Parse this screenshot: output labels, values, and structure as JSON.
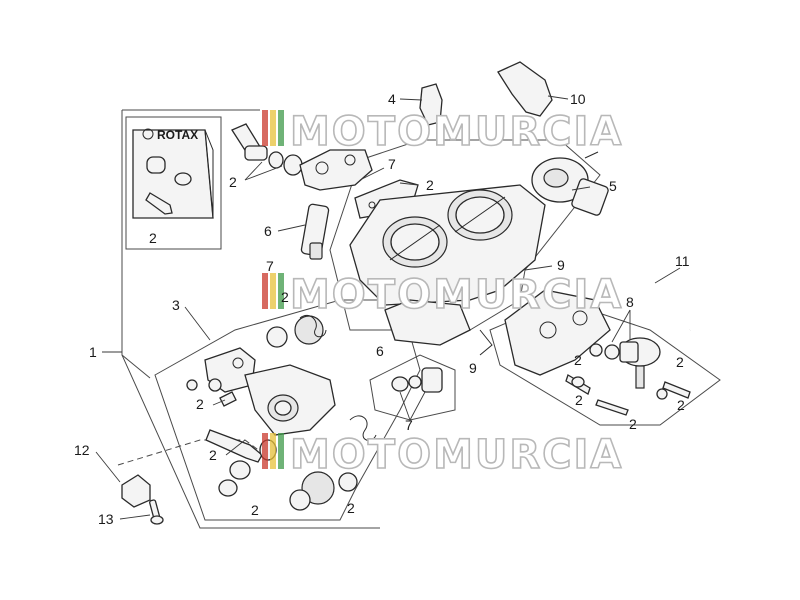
{
  "watermark": {
    "text": "MOTOMURCIA",
    "stripe_colors": [
      "#c9382c",
      "#e7c23b",
      "#3f9a4a"
    ]
  },
  "kit": {
    "brand": "ROTAX",
    "label": "2"
  },
  "callouts": [
    "1",
    "2",
    "2",
    "2",
    "2",
    "2",
    "2",
    "2",
    "2",
    "2",
    "2",
    "2",
    "2",
    "3",
    "4",
    "5",
    "6",
    "6",
    "7",
    "7",
    "7",
    "8",
    "9",
    "9",
    "10",
    "11",
    "12",
    "13"
  ]
}
